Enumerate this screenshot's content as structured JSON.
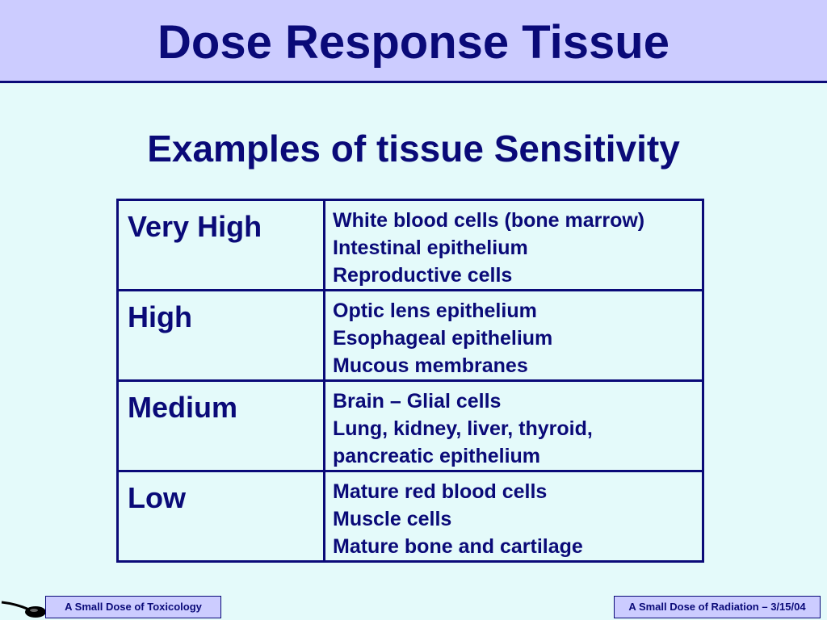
{
  "slide": {
    "title": "Dose Response Tissue",
    "subtitle": "Examples of tissue Sensitivity"
  },
  "table": {
    "rows": [
      {
        "level": "Very High",
        "tissues": [
          "White blood cells (bone marrow)",
          "Intestinal epithelium",
          "Reproductive cells"
        ]
      },
      {
        "level": "High",
        "tissues": [
          "Optic lens epithelium",
          "Esophageal epithelium",
          "Mucous membranes"
        ]
      },
      {
        "level": "Medium",
        "tissues": [
          "Brain – Glial cells",
          "Lung, kidney, liver, thyroid,",
          "pancreatic epithelium"
        ]
      },
      {
        "level": "Low",
        "tissues": [
          "Mature red blood cells",
          "Muscle cells",
          "Mature bone and cartilage"
        ]
      }
    ]
  },
  "footer": {
    "left": "A Small Dose of Toxicology",
    "right": "A Small Dose of Radiation – 3/15/04",
    "icon": "spoon-icon"
  },
  "colors": {
    "text": "#0a0a78",
    "background": "#e4fafa",
    "title_bar": "#ccccff"
  }
}
